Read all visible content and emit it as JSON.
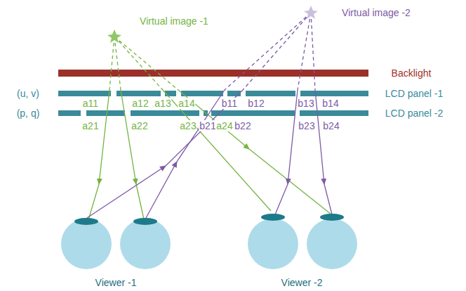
{
  "diagram": {
    "labels": [
      "Virtual image -1",
      "Virtual image -2",
      "Backlight",
      "(u, v)",
      "LCD panel -1",
      "(p, q)",
      "LCD panel -2",
      "a11",
      "a12",
      "a13",
      "a14",
      "b11",
      "b12",
      "b13",
      "b14",
      "a21",
      "a22",
      "a23",
      "b21",
      "a24",
      "b22",
      "b23",
      "b24",
      "Viewer -1",
      "Viewer -2"
    ]
  }
}
